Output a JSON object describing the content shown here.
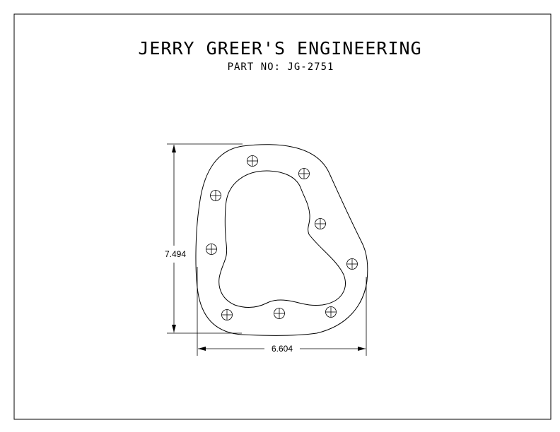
{
  "title": "JERRY GREER'S ENGINEERING",
  "part_number": "PART NO: JG-2751",
  "dimensions": {
    "height": "7.494",
    "width": "6.604"
  },
  "bolt_hole_count": 9,
  "colors": {
    "line": "#000000",
    "background": "#ffffff"
  }
}
